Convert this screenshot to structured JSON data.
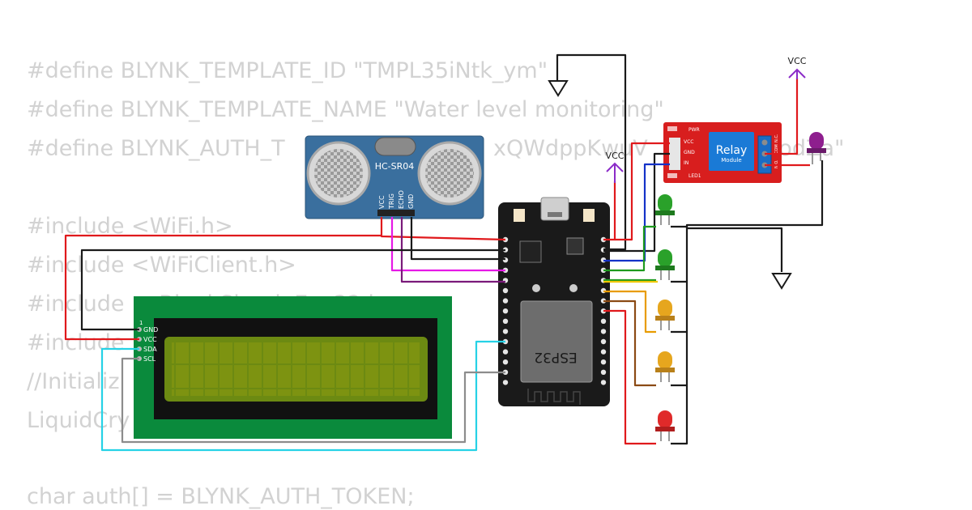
{
  "code_lines": [
    {
      "text": "#define BLYNK_TEMPLATE_ID \"TMPL35iNtk_ym\""
    },
    {
      "text": "#define BLYNK_TEMPLATE_NAME \"Water level monitoring\""
    },
    {
      "text": "#define BLYNK_AUTH_T                              xQWdppKwuV           wotAodZa\""
    },
    {
      "text": ""
    },
    {
      "text": "#include <WiFi.h>"
    },
    {
      "text": "#include <WiFiClient.h>"
    },
    {
      "text": "#include     BlynkSimpleEsp32.h>"
    },
    {
      "text": "#include"
    },
    {
      "text": "//Initializ"
    },
    {
      "text": "LiquidCry"
    },
    {
      "text": ""
    },
    {
      "text": "char auth[] = BLYNK_AUTH_TOKEN;"
    }
  ],
  "sensor": {
    "label": "HC-SR04",
    "pins": [
      "VCC",
      "TRIG",
      "ECHO",
      "GND"
    ]
  },
  "mcu": {
    "label": "ESP32"
  },
  "relay": {
    "title": "Relay",
    "subtitle": "Module",
    "pin_labels": [
      "PWR",
      "VCC",
      "GND",
      "IN",
      "LED1"
    ],
    "terminal_labels": [
      "N.O.",
      "COM",
      "N.C."
    ]
  },
  "lcd": {
    "pin_header": "1",
    "pins": [
      "GND",
      "VCC",
      "SDA",
      "SCL"
    ]
  },
  "power": {
    "vcc_label": "VCC"
  },
  "colors": {
    "red_wire": "#e0191c",
    "black_wire": "#1a1a1a",
    "blue_wire": "#1432c8",
    "green_wire": "#1e9a1e",
    "yellow_wire": "#f0c800",
    "orange_wire": "#e89c00",
    "brown_wire": "#8b4a14",
    "magenta_wire": "#e619e6",
    "purple_wire": "#7a1a7a",
    "cyan_wire": "#26d2e6",
    "gray_wire": "#8c8c8c",
    "vcc_symbol": "#8b2bc8"
  }
}
